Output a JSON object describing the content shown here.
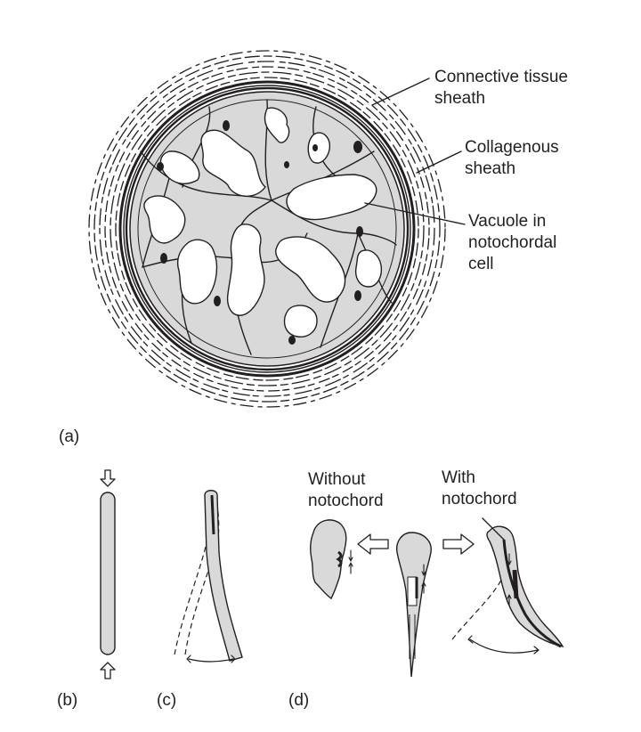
{
  "labels": {
    "connective_tissue_1": "Connective tissue",
    "connective_tissue_2": "sheath",
    "collagenous_1": "Collagenous",
    "collagenous_2": "sheath",
    "vacuole_1": "Vacuole in",
    "vacuole_2": "notochordal",
    "vacuole_3": "cell",
    "without_1": "Without",
    "without_2": "notochord",
    "with_1": "With",
    "with_2": "notochord"
  },
  "panels": {
    "a": "(a)",
    "b": "(b)",
    "c": "(c)",
    "d": "(d)"
  },
  "colors": {
    "ink": "#231f20",
    "cell_fill": "#d9d9d9",
    "background": "#ffffff"
  }
}
